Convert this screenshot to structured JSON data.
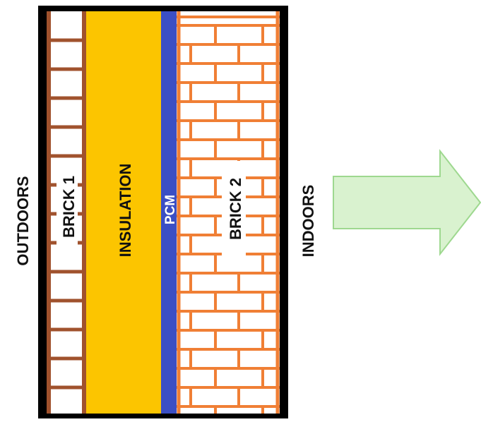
{
  "labels": {
    "outdoors": "OUTDOORS",
    "brick1": "BRICK 1",
    "insulation": "INSULATION",
    "pcm": "PCM",
    "brick2": "BRICK 2",
    "indoors": "INDOORS"
  },
  "colors": {
    "frame": "#000000",
    "brick1_mortar": "#a0522d",
    "insulation": "#fcc500",
    "pcm": "#3b4fc4",
    "brick2_mortar": "#f07f35",
    "arrow_fill": "#d9f2cf",
    "arrow_stroke": "#9ed88f",
    "text": "#111111",
    "pcm_text": "#ffffff"
  },
  "arrow": {
    "direction": "right"
  }
}
